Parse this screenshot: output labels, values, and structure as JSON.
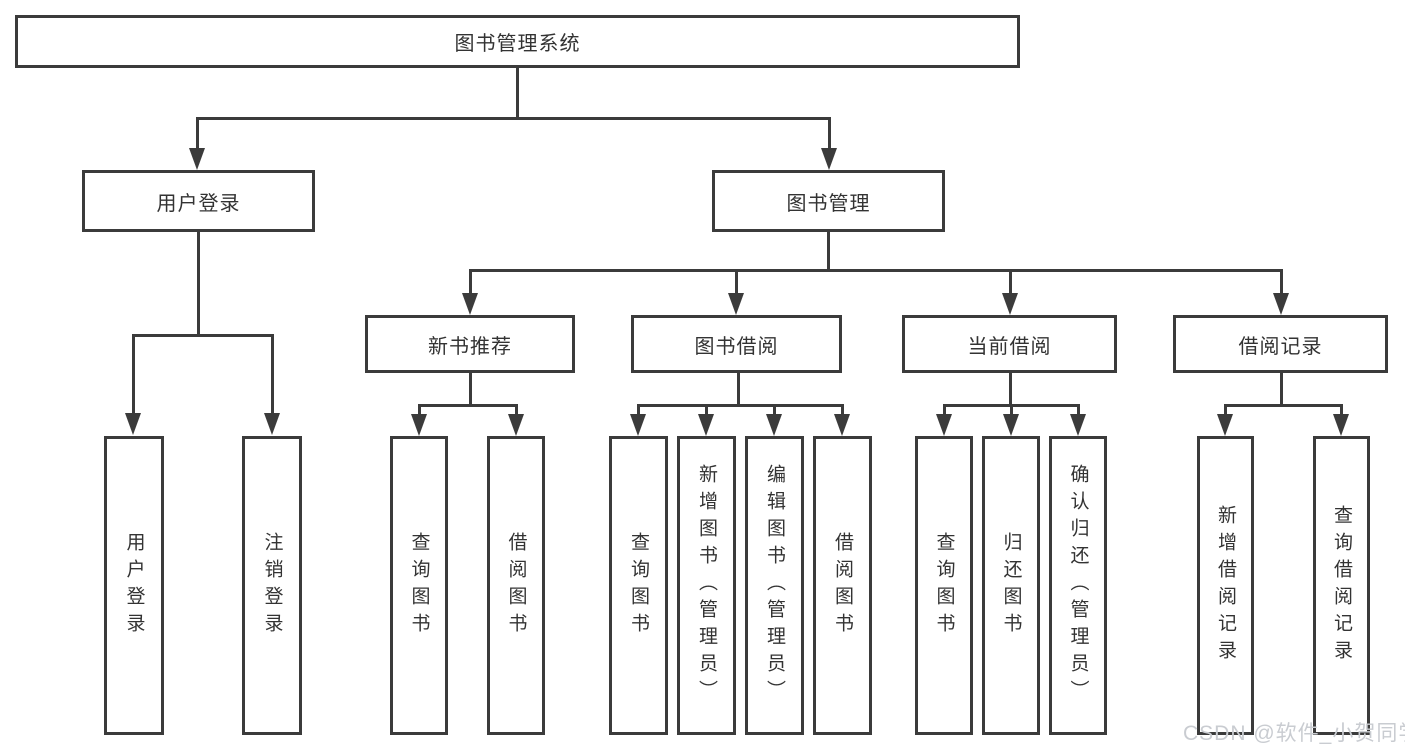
{
  "diagram": {
    "root": {
      "label": "图书管理系统"
    },
    "level2": [
      {
        "label": "用户登录"
      },
      {
        "label": "图书管理"
      }
    ],
    "level3": [
      {
        "label": "新书推荐"
      },
      {
        "label": "图书借阅"
      },
      {
        "label": "当前借阅"
      },
      {
        "label": "借阅记录"
      }
    ],
    "leaves": {
      "user_login": [
        "用户登录",
        "注销登录"
      ],
      "new_book": [
        "查询图书",
        "借阅图书"
      ],
      "book_borrow": [
        "查询图书",
        "新增图书（管理员）",
        "编辑图书（管理员）",
        "借阅图书"
      ],
      "current_borrow": [
        "查询图书",
        "归还图书",
        "确认归还（管理员）"
      ],
      "borrow_record": [
        "新增借阅记录",
        "查询借阅记录"
      ]
    }
  },
  "watermark": "CSDN @软件_小贺同学",
  "colors": {
    "line": "#3b3b3b",
    "text": "#333333",
    "background": "#ffffff",
    "watermark": "#c9ccd1"
  }
}
